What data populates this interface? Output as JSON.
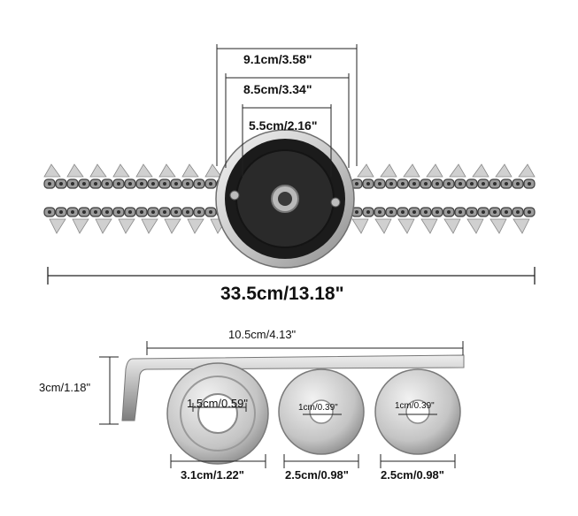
{
  "product_labels": {
    "outer_diameter": "9.1cm/3.58\"",
    "middle_diameter": "8.5cm/3.34\"",
    "inner_diameter": "5.5cm/2.16\"",
    "total_length": "33.5cm/13.18\"",
    "wrench_length": "10.5cm/4.13\"",
    "wrench_height": "3cm/1.18\"",
    "large_washer_hole": "1.5cm/0.59\"",
    "large_washer_outer": "3.1cm/1.22\"",
    "small_washer_1_hole": "1cm/0.39\"",
    "small_washer_1_outer": "2.5cm/0.98\"",
    "small_washer_2_hole": "1cm/0.39\"",
    "small_washer_2_outer": "2.5cm/0.98\""
  },
  "icons": {
    "head": "trimmer-head-disc-icon",
    "chain_left": "saw-chain-left-icon",
    "chain_right": "saw-chain-right-icon",
    "wrench": "hex-key-wrench-icon",
    "washer_large": "large-washer-icon",
    "washer_small_1": "small-washer-icon",
    "washer_small_2": "small-washer-icon"
  },
  "colors": {
    "metal_light": "#d9d9d9",
    "metal_dark": "#8a8a8a",
    "disc_face": "#1f1f1f",
    "dimension_line": "#222222"
  }
}
